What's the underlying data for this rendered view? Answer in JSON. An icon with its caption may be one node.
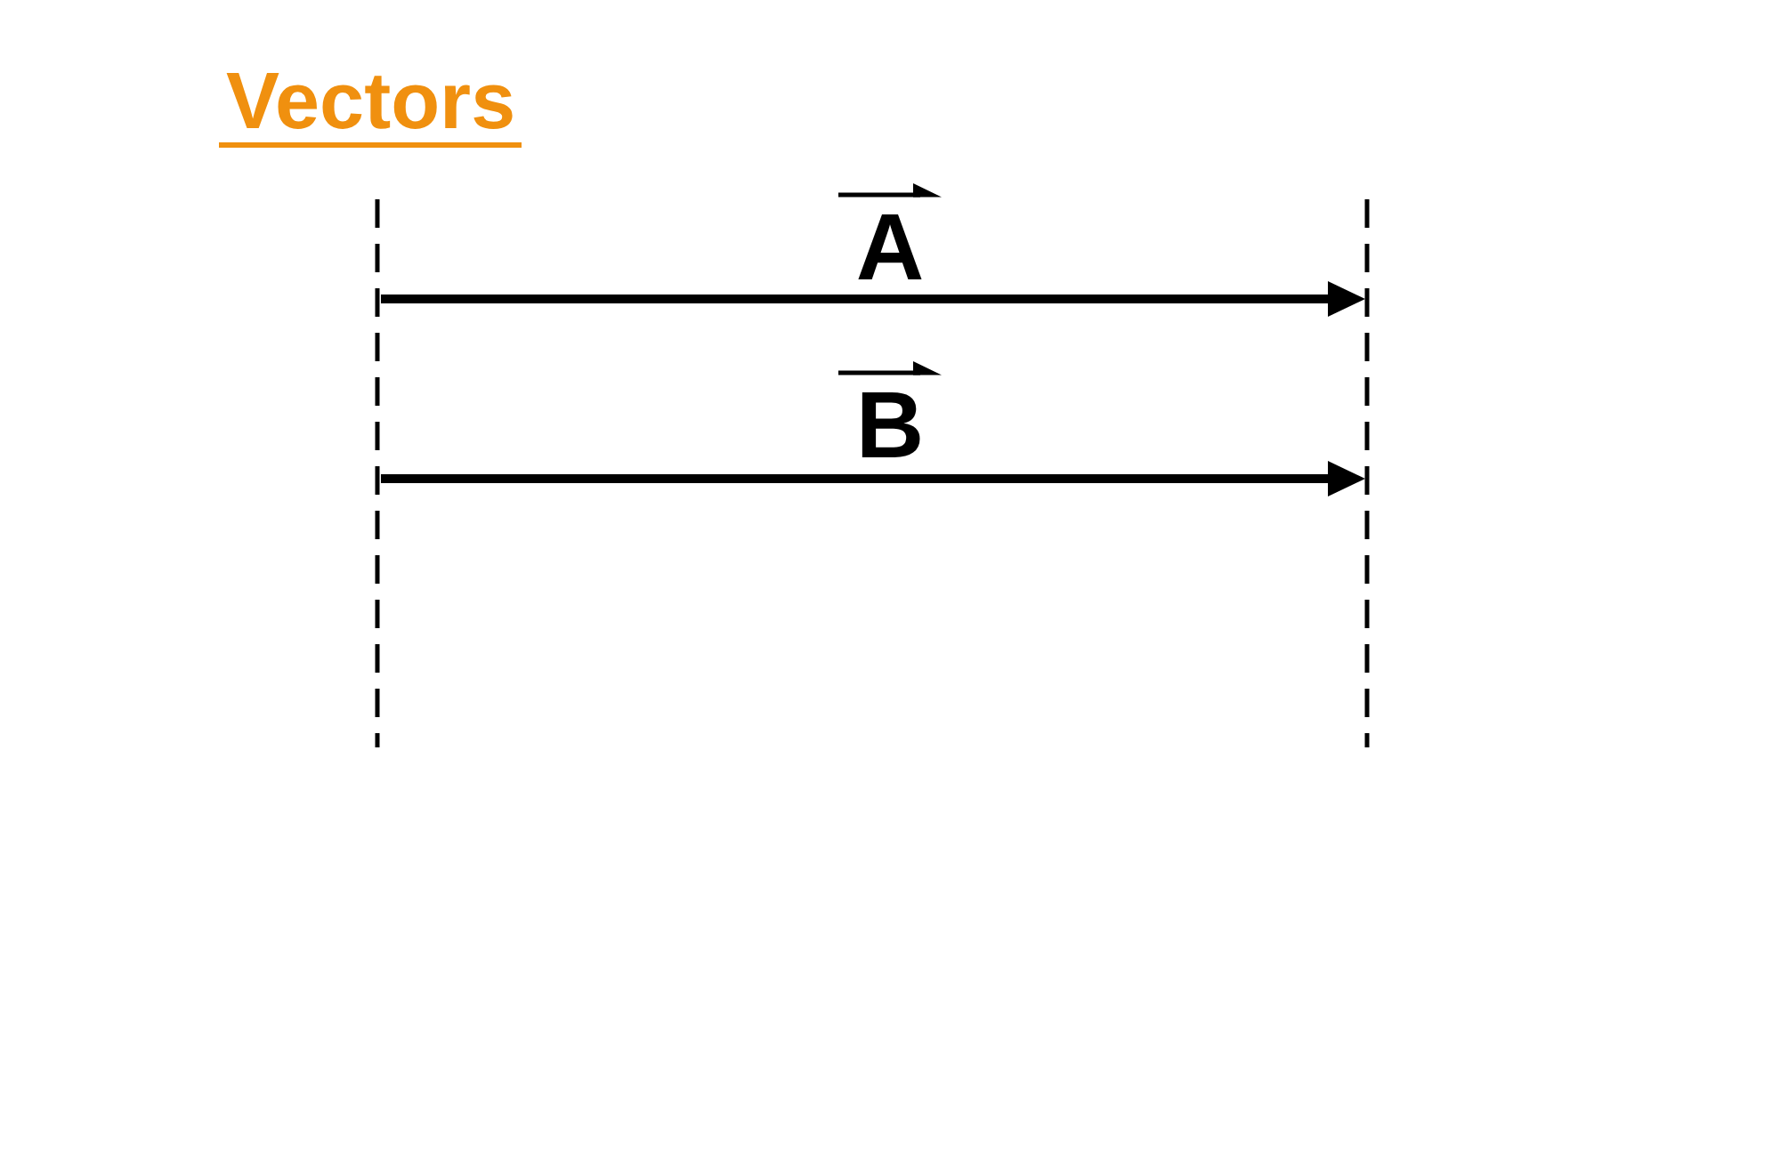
{
  "diagram": {
    "title": "Vectors",
    "labels": [
      "A",
      "B"
    ]
  }
}
